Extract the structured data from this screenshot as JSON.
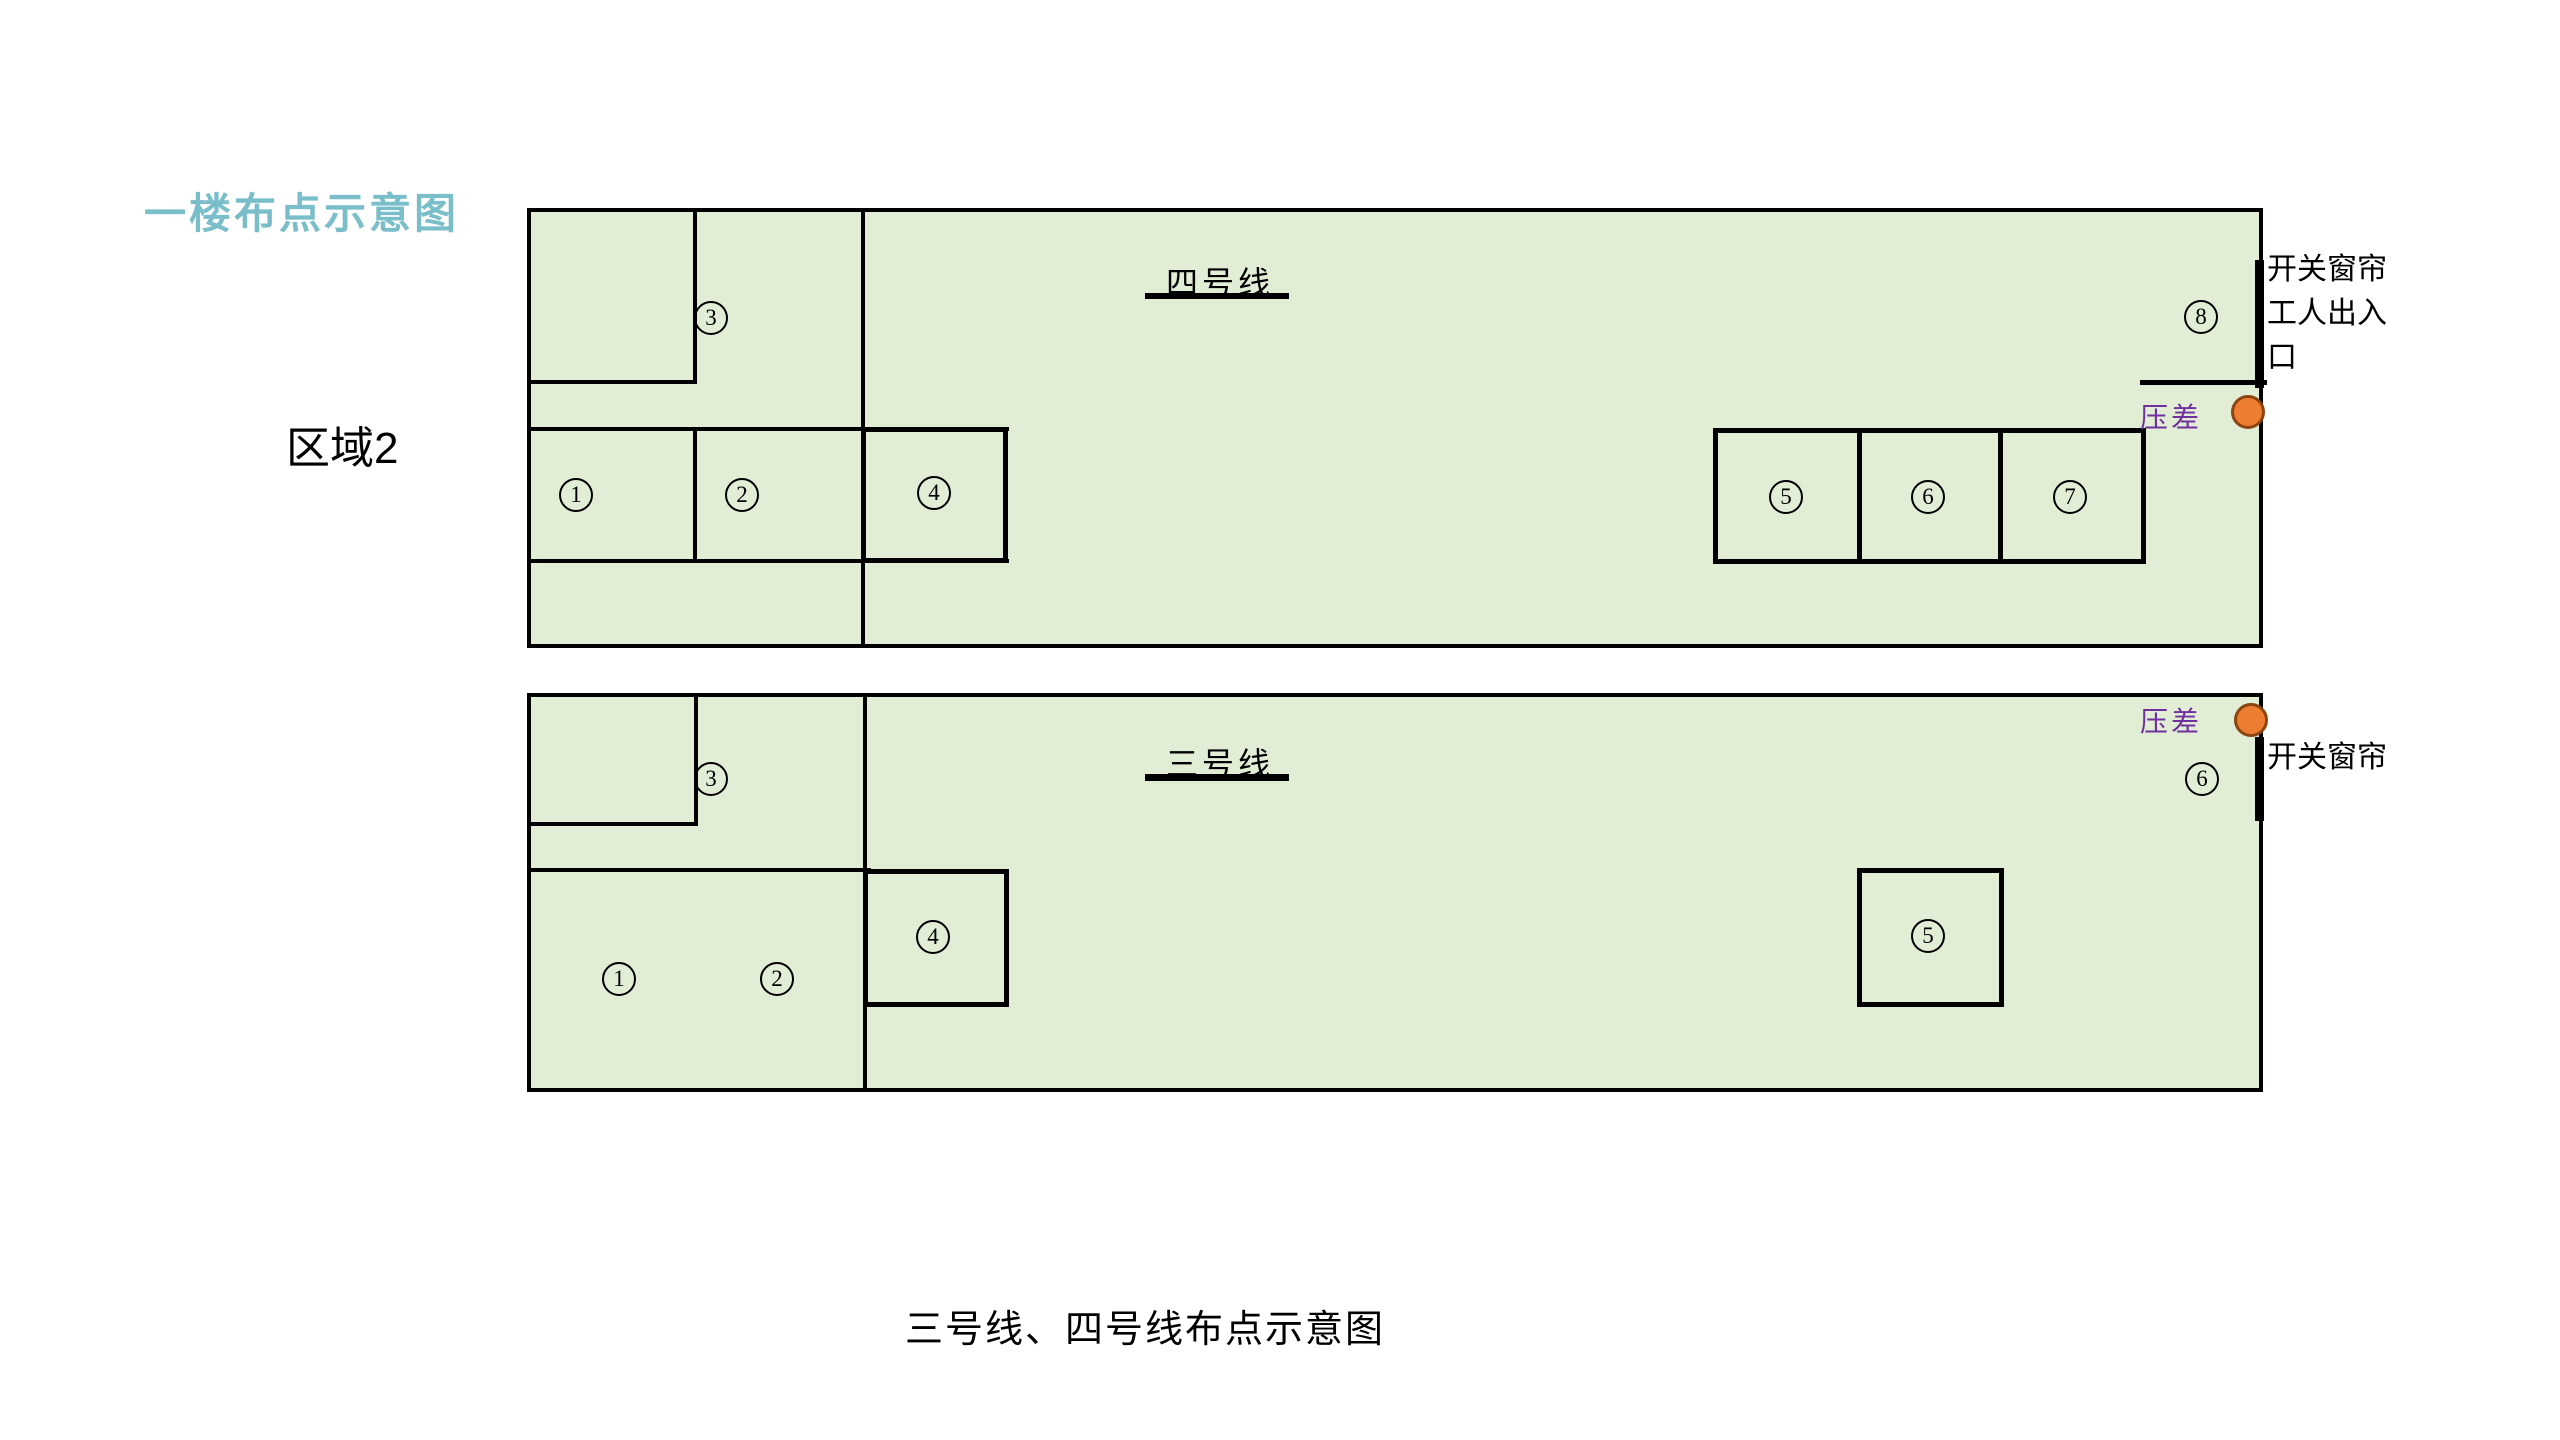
{
  "page": {
    "title": "一楼布点示意图",
    "area_label": "区域2",
    "caption": "三号线、四号线布点示意图"
  },
  "colors": {
    "title": "#7abeca",
    "room_fill": "#e1edd5",
    "wall": "#000000",
    "pressure_label": "#7030a0",
    "sensor_dot_fill": "#ed7d31",
    "sensor_dot_border": "#8c4510"
  },
  "line4_area": {
    "line_label": "四号线",
    "pressure_label": "压差",
    "curtain_label": "开关窗帘",
    "worker_entrance_label": "工人出入口",
    "markers": [
      "1",
      "2",
      "3",
      "4",
      "5",
      "6",
      "7",
      "8"
    ]
  },
  "line3_area": {
    "line_label": "三号线",
    "pressure_label": "压差",
    "curtain_label": "开关窗帘",
    "markers": [
      "1",
      "2",
      "3",
      "4",
      "5",
      "6"
    ]
  }
}
